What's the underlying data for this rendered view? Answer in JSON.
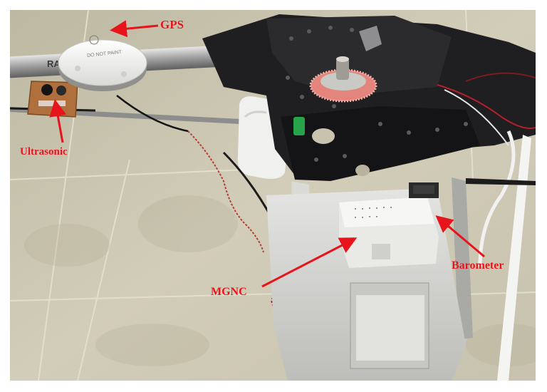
{
  "figure": {
    "labels": {
      "gps": "GPS",
      "ultrasonic": "Ultrasonic",
      "barometer": "Barometer",
      "mgnc": "MGNC"
    },
    "gps_module_text": "DO NOT PAINT",
    "tail_boom_text": "RA"
  },
  "colors": {
    "annotation": "#e8141c",
    "floor_tile": "#cfcab5",
    "frame": "#1e1d1f",
    "gear": "#e3857c",
    "gps_module": "#f2f2f0"
  }
}
